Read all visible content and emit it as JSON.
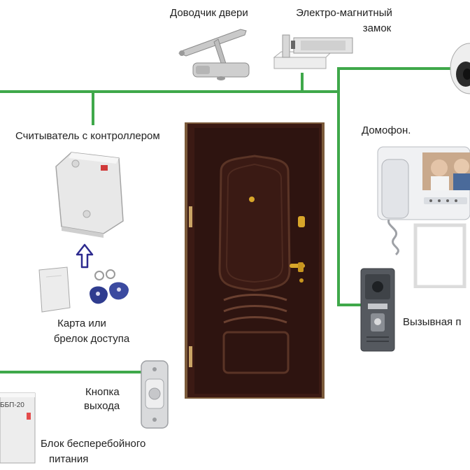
{
  "labels": {
    "door_closer": "Доводчик двери",
    "maglock_1": "Электро-магнитный",
    "maglock_2": "замок",
    "reader": "Считыватель с контроллером",
    "intercom": "Домофон.",
    "card_1": "Карта или",
    "card_2": "брелок доступа",
    "call_panel": "Вызывная п",
    "exit_1": "Кнопка",
    "exit_2": "выхода",
    "ups_1": "Блок бесперебойного",
    "ups_2": "питания",
    "ups_model": "ББП-20"
  },
  "colors": {
    "wire": "#3fa84a",
    "door": "#3b1a14",
    "arrow": "#2d2a8f"
  }
}
